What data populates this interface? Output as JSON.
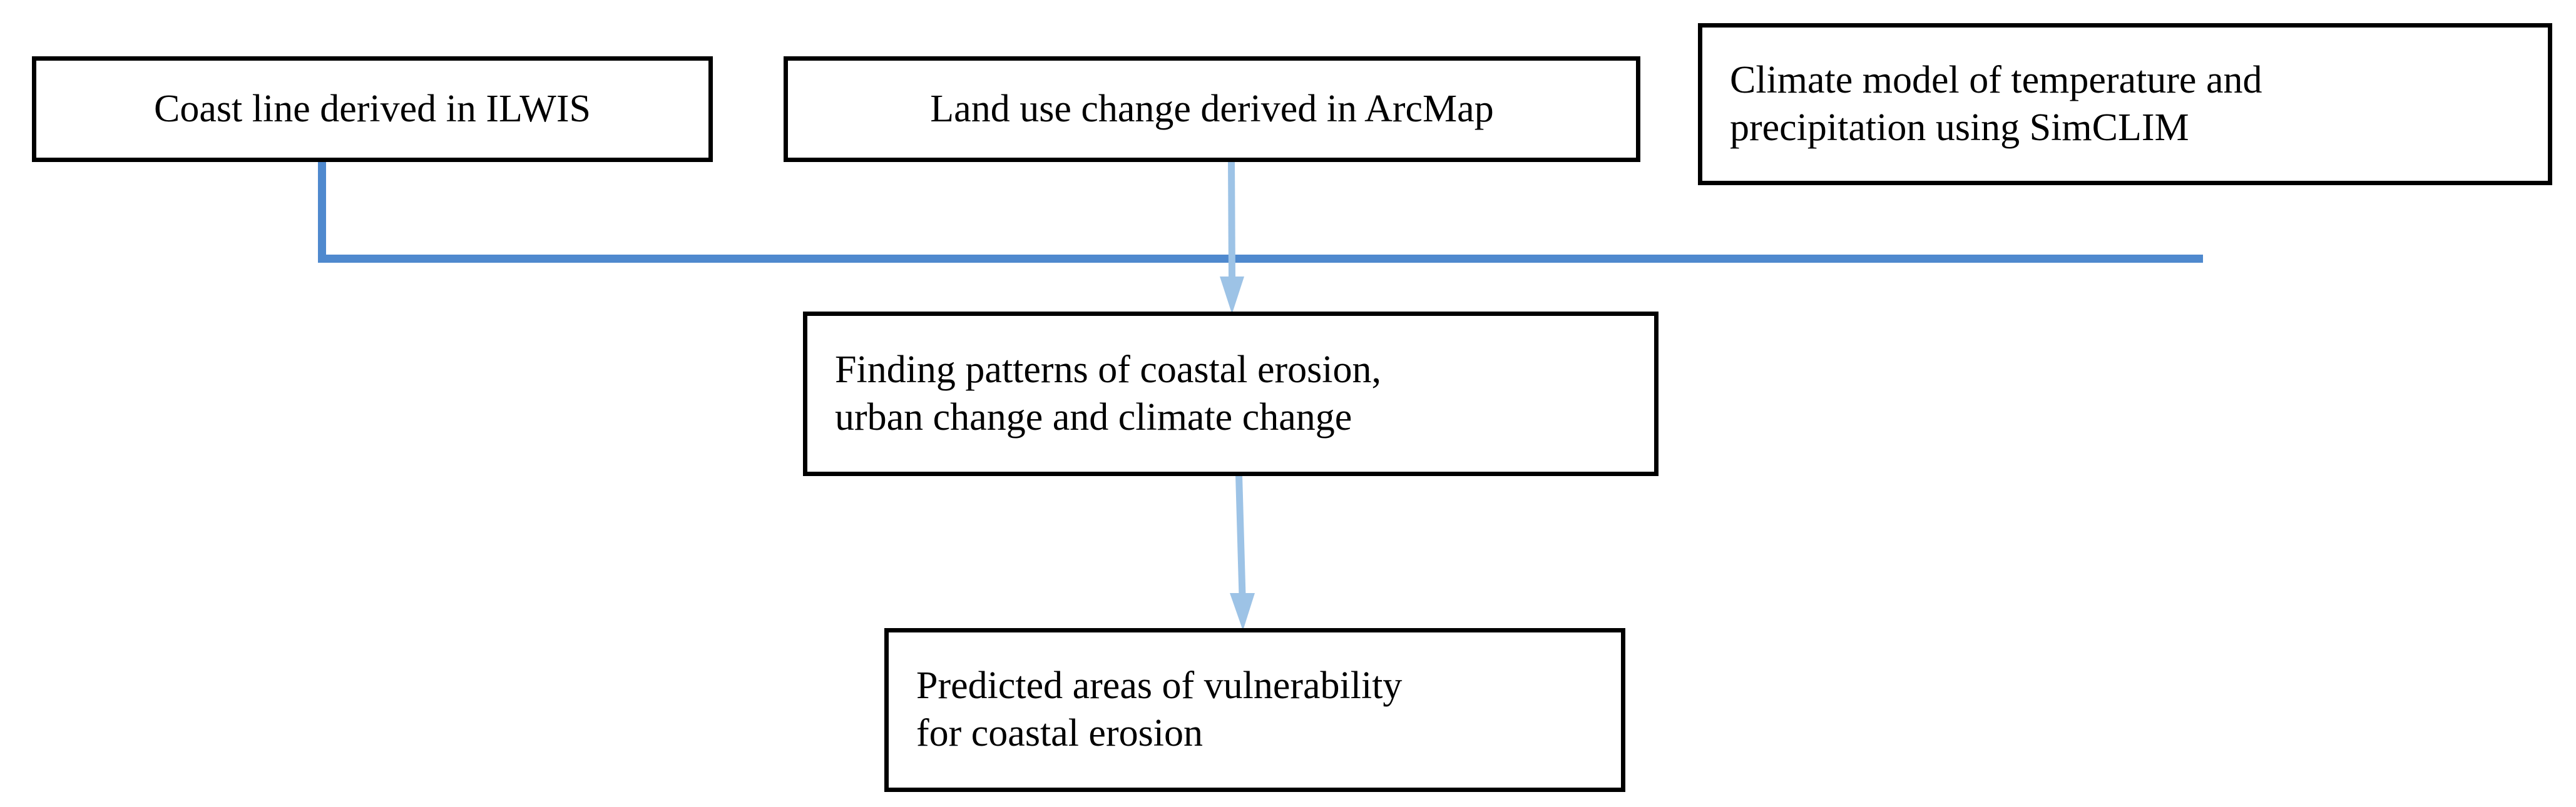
{
  "diagram": {
    "type": "flowchart",
    "title": "",
    "background_color": "#ffffff",
    "box_border_color": "#000000",
    "text_color": "#000000",
    "arrow_fill_color": "#9dc3e6",
    "connector_line_color": "#4f89ce",
    "nodes": [
      {
        "id": "coastline",
        "label": "Coast line derived in ILWIS",
        "lines": [
          "Coast line derived in ILWIS"
        ],
        "align": "center"
      },
      {
        "id": "landuse",
        "label": "Land use change derived in ArcMap",
        "lines": [
          "Land use change derived in ArcMap"
        ],
        "align": "center"
      },
      {
        "id": "climate",
        "label": "Climate model of temperature and precipitation using SimCLIM",
        "lines": [
          "Climate model of temperature and",
          "precipitation using SimCLIM"
        ],
        "align": "left"
      },
      {
        "id": "patterns",
        "label": "Finding patterns of coastal erosion, urban change and climate change",
        "lines": [
          "Finding patterns of coastal erosion,",
          "urban change and climate change"
        ],
        "align": "left"
      },
      {
        "id": "predicted",
        "label": "Predicted areas of vulnerability for coastal erosion",
        "lines": [
          "Predicted areas of vulnerability",
          "for coastal erosion"
        ],
        "align": "left"
      }
    ],
    "edges": [
      {
        "id": "elbow",
        "from": "coastline",
        "to": "patterns",
        "style": "elbow",
        "arrowhead": false,
        "color": "#4f89ce"
      },
      {
        "id": "arrow-1",
        "from": "landuse",
        "to": "patterns",
        "style": "straight-down",
        "arrowhead": true,
        "color": "#9dc3e6"
      },
      {
        "id": "arrow-2",
        "from": "patterns",
        "to": "predicted",
        "style": "straight-down",
        "arrowhead": true,
        "color": "#9dc3e6"
      }
    ]
  }
}
